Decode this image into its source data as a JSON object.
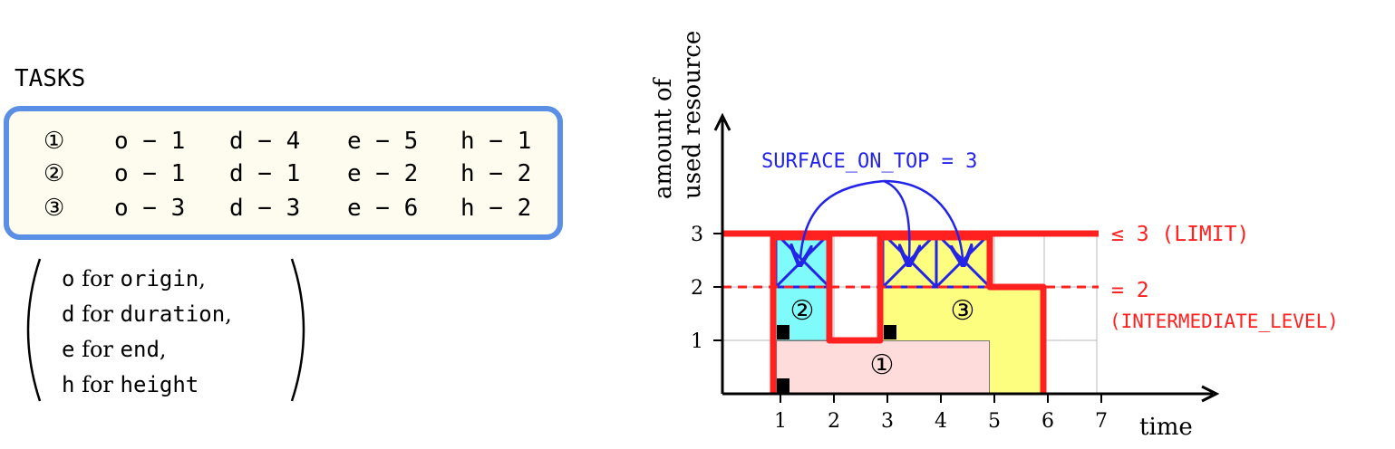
{
  "tasks": {
    "title": "TASKS",
    "rows": [
      {
        "num": "①",
        "o": "o − 1",
        "d": "d − 4",
        "e": "e − 5",
        "h": "h − 1"
      },
      {
        "num": "②",
        "o": "o − 1",
        "d": "d − 1",
        "e": "e − 2",
        "h": "h − 2"
      },
      {
        "num": "③",
        "o": "o − 3",
        "d": "d − 3",
        "e": "e − 6",
        "h": "h − 2"
      }
    ]
  },
  "legend": {
    "lines": [
      {
        "key": "o",
        "word": "for",
        "name": "origin",
        "punct": ","
      },
      {
        "key": "d",
        "word": "for",
        "name": "duration",
        "punct": ","
      },
      {
        "key": "e",
        "word": "for",
        "name": "end",
        "punct": ","
      },
      {
        "key": "h",
        "word": "for",
        "name": "height",
        "punct": ""
      }
    ]
  },
  "chart": {
    "y_label_line1": "amount of",
    "y_label_line2": "used resource",
    "x_label": "time",
    "x_ticks": [
      "1",
      "2",
      "3",
      "4",
      "5",
      "6",
      "7"
    ],
    "y_ticks": [
      "1",
      "2",
      "3"
    ],
    "surface_label": "SURFACE_ON_TOP = 3",
    "limit_label": "≤ 3 (LIMIT)",
    "intermediate_label_1": "= 2",
    "intermediate_label_2": "(INTERMEDIATE_LEVEL)",
    "task_labels": [
      "①",
      "②",
      "③"
    ],
    "colors": {
      "task1": "#ffdcdc",
      "task2": "#80fbfb",
      "task3": "#fdfd80",
      "profile": "#ff2020",
      "annotation": "#2424e8",
      "box_border": "#5b8fe6",
      "box_fill": "#fdfcee"
    }
  }
}
